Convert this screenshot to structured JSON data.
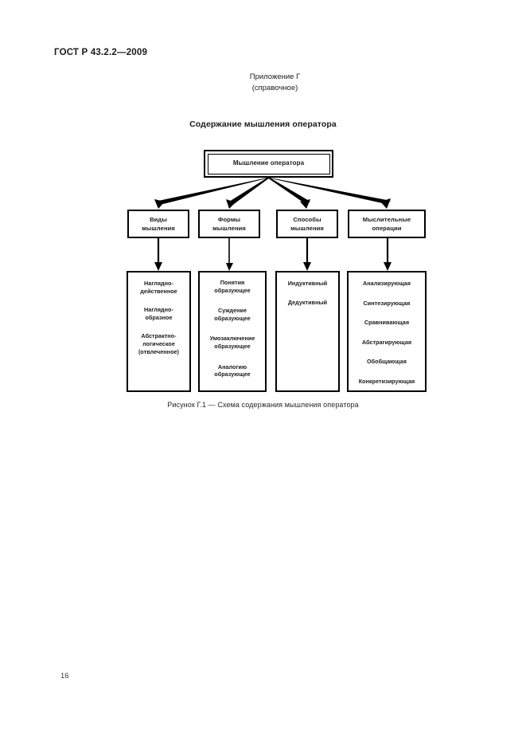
{
  "document": {
    "standard_header": "ГОСТ Р 43.2.2—2009",
    "appendix_line1": "Приложение Г",
    "appendix_line2": "(справочное)",
    "figure_title": "Содержание мышления оператора",
    "figure_caption": "Рисунок Г.1 — Схема содержания мышления оператора",
    "page_number": "16"
  },
  "diagram": {
    "root": {
      "label": "Мышление оператора"
    },
    "columns": [
      {
        "category": "Виды мышления",
        "category_line1": "Виды",
        "category_line2": "мышления",
        "items": [
          "Наглядно-\nдейственное",
          "Наглядно-\nобразное",
          "Абстрактно-\nлогическое\n(отвлеченное)"
        ]
      },
      {
        "category": "Формы мышления",
        "category_line1": "Формы",
        "category_line2": "мышления",
        "items": [
          "Понятия\nобразующее",
          "Суждение\nобразующее",
          "Умозаключение\nобразующее",
          "Аналогию\nобразующее"
        ]
      },
      {
        "category": "Способы мышления",
        "category_line1": "Способы",
        "category_line2": "мышления",
        "items": [
          "Индуктивный",
          "Дедуктивный"
        ]
      },
      {
        "category": "Мыслительные операции",
        "category_line1": "Мыслительные",
        "category_line2": "операции",
        "items": [
          "Анализирующая",
          "Синтезирующая",
          "Сравнивающая",
          "Абстрагирующая",
          "Обобщающая",
          "Конкретизирующая"
        ]
      }
    ]
  },
  "colors": {
    "ink": "#000000",
    "paper": "#ffffff",
    "caption": "#262626"
  }
}
